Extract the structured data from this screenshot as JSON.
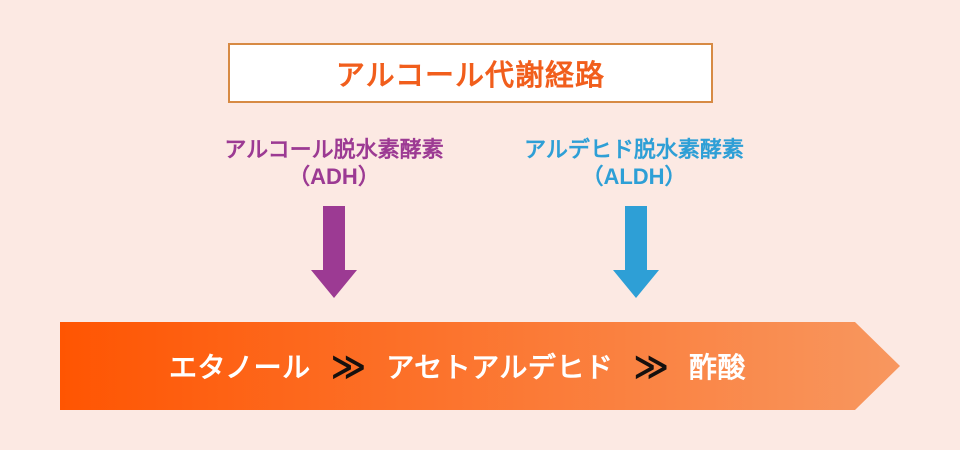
{
  "colors": {
    "bg": "#FCE9E3",
    "titleText": "#F15E1C",
    "titleBorder": "#D78A44",
    "adh": "#9C3A93",
    "aldh": "#2E9FD6",
    "bandStart": "#FF5502",
    "bandEnd": "#F8975F",
    "stepText": "#FFFFFF",
    "chevron": "#16100E"
  },
  "title": "アルコール代謝経路",
  "enzymes": {
    "adh": {
      "name": "アルコール脱水素酵素",
      "abbr": "（ADH）"
    },
    "aldh": {
      "name": "アルデヒド脱水素酵素",
      "abbr": "（ALDH）"
    }
  },
  "pathway": {
    "steps": [
      "エタノール",
      "アセトアルデヒド",
      "酢酸"
    ],
    "separator": "≫"
  }
}
